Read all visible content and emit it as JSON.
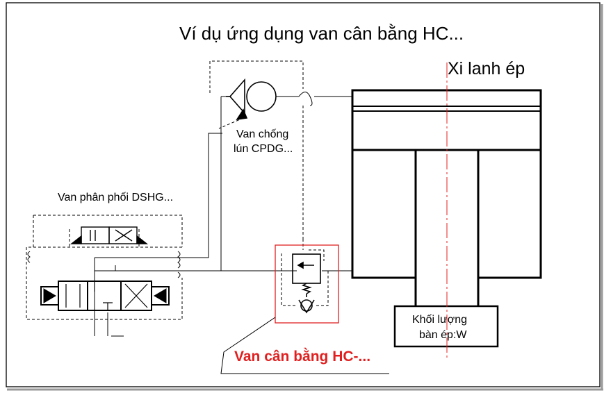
{
  "title": "Ví dụ ứng dụng van cân bằng HC...",
  "labels": {
    "cylinder": "Xi lanh ép",
    "check_valve_line1": "Van chống",
    "check_valve_line2": "lún CPDG...",
    "directional_valve": "Van phân phối DSHG...",
    "mass_line1": "Khối lượng",
    "mass_line2": "bàn ép:W",
    "balance_valve": "Van cân bằng HC-..."
  },
  "colors": {
    "line": "#000000",
    "highlight": "#e02020",
    "highlight_text": "#e02020",
    "border": "#000000"
  }
}
